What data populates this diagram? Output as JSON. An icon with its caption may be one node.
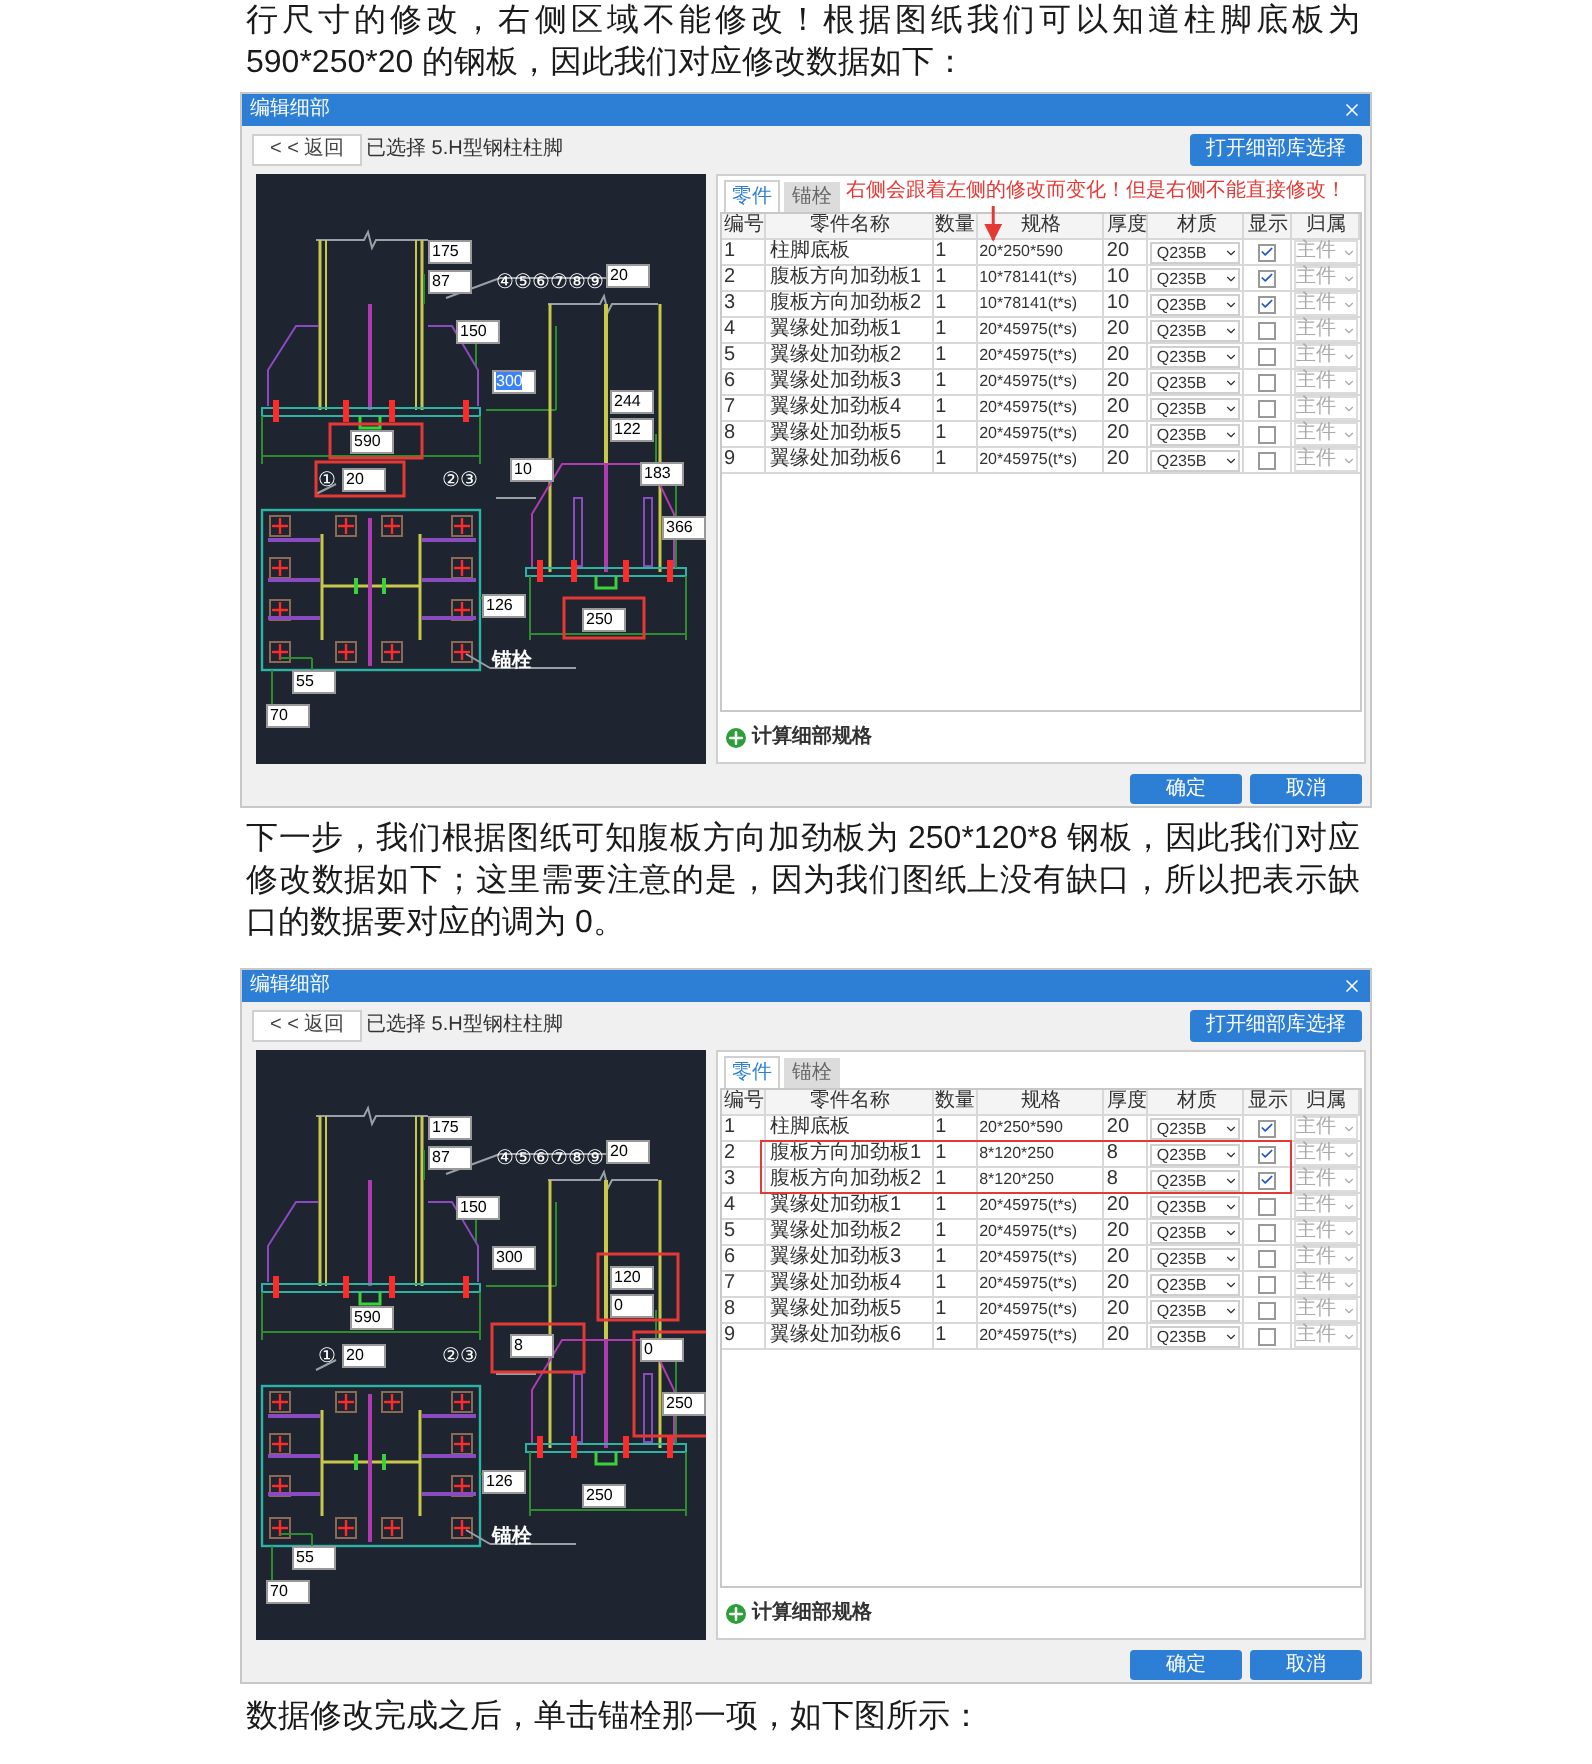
{
  "diagram": {
    "nodes": [
      {
        "text": [
          "编辑细部"
        ]
      },
      {
        "text": [
          "右侧会跟着左侧的修改而变化！但是右侧不能直接修改！"
        ],
        "in": 0
      },
      {
        "text": [
          "20*250*590"
        ],
        "in": 0
      },
      {
        "text": [
          "编辑细部"
        ]
      }
    ],
    "edges": [
      {
        "from": 1,
        "to": 2,
        "arrow": "to",
        "color": "#e53935"
      }
    ],
    "labels": [
      "行尺寸的修改，右侧区域不能修改！根据图纸我们可以知道柱脚底板为 590*250*20 的钢板，因此我们对应修改数据如下：",
      "< < 返回",
      "已选择 5.H型钢柱柱脚",
      "打开细部库选择",
      "175",
      "87",
      "④⑤⑥⑦⑧⑨",
      "20",
      "150",
      "300",
      "590",
      "①",
      "20",
      "②③",
      "10",
      "244",
      "122",
      "183",
      "366",
      "126",
      "250",
      "锚栓",
      "55",
      "70",
      "零件",
      "锚栓",
      "编号",
      "零件名称",
      "数量",
      "规格",
      "厚度",
      "材质",
      "显示",
      "归属",
      "1",
      "柱脚底板",
      "1",
      "20",
      "Q235B",
      "主件",
      "2",
      "腹板方向加劲板1",
      "1",
      "10*78141(t*s)",
      "10",
      "Q235B",
      "主件",
      "3",
      "腹板方向加劲板2",
      "1",
      "10*78141(t*s)",
      "10",
      "Q235B",
      "主件",
      "4",
      "翼缘处加劲板1",
      "1",
      "20*45975(t*s)",
      "20",
      "Q235B",
      "主件",
      "5",
      "翼缘处加劲板2",
      "1",
      "20*45975(t*s)",
      "20",
      "Q235B",
      "主件",
      "6",
      "翼缘处加劲板3",
      "1",
      "20*45975(t*s)",
      "20",
      "Q235B",
      "主件",
      "7",
      "翼缘处加劲板4",
      "1",
      "20*45975(t*s)",
      "20",
      "Q235B",
      "主件",
      "8",
      "翼缘处加劲板5",
      "1",
      "20*45975(t*s)",
      "20",
      "Q235B",
      "主件",
      "9",
      "翼缘处加劲板6",
      "1",
      "20*45975(t*s)",
      "20",
      "Q235B",
      "主件",
      "计算细部规格",
      "确定",
      "取消",
      "下一步，我们根据图纸可知腹板方向加劲板为 250*120*8 钢板，因此我们对应修改数据如下；这里需要注意的是，因为我们图纸上没有缺口，所以把表示缺口的数据要对应的调为 0。",
      "< < 返回",
      "已选择 5.H型钢柱柱脚",
      "打开细部库选择",
      "175",
      "87",
      "④⑤⑥⑦⑧⑨",
      "20",
      "150",
      "300",
      "590",
      "①",
      "20",
      "②③",
      "8",
      "120",
      "0",
      "0",
      "250",
      "126",
      "250",
      "锚栓",
      "55",
      "70",
      "零件",
      "锚栓",
      "编号",
      "零件名称",
      "数量",
      "规格",
      "厚度",
      "材质",
      "显示",
      "归属",
      "1",
      "柱脚底板",
      "1",
      "20*250*590",
      "20",
      "Q235B",
      "主件",
      "2",
      "腹板方向加劲板1",
      "1",
      "8*120*250",
      "8",
      "Q235B",
      "主件",
      "3",
      "腹板方向加劲板2",
      "1",
      "8*120*250",
      "8",
      "Q235B",
      "主件",
      "4",
      "翼缘处加劲板1",
      "1",
      "20*45975(t*s)",
      "20",
      "Q235B",
      "主件",
      "5",
      "翼缘处加劲板2",
      "1",
      "20*45975(t*s)",
      "20",
      "Q235B",
      "主件",
      "6",
      "翼缘处加劲板3",
      "1",
      "20*45975(t*s)",
      "20",
      "Q235B",
      "主件",
      "7",
      "翼缘处加劲板4",
      "1",
      "20*45975(t*s)",
      "20",
      "Q235B",
      "主件",
      "8",
      "翼缘处加劲板5",
      "1",
      "20*45975(t*s)",
      "20",
      "Q235B",
      "主件",
      "9",
      "翼缘处加劲板6",
      "1",
      "20*45975(t*s)",
      "20",
      "Q235B",
      "主件",
      "计算细部规格",
      "确定",
      "取消",
      "数据修改完成之后，单击锚栓那一项，如下图所示："
    ]
  }
}
